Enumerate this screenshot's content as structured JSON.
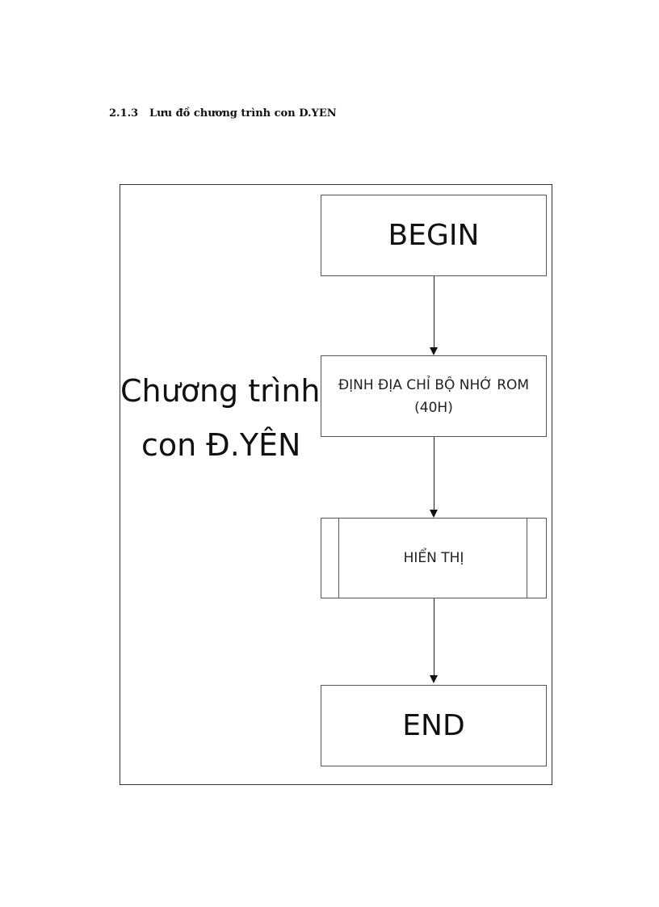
{
  "heading": {
    "number": "2.1.3",
    "title": "Lưu đồ chương trình con D.YEN"
  },
  "diagram": {
    "side_label": {
      "line1": "Chương trình",
      "line2": "con Đ.YÊN"
    },
    "nodes": [
      {
        "id": "begin",
        "type": "terminal",
        "label": "BEGIN"
      },
      {
        "id": "set-address",
        "type": "process",
        "label_line1": "ĐỊNH ĐỊA CHỈ BỘ NHỚ ROM",
        "label_line2": "(40H)"
      },
      {
        "id": "display",
        "type": "subroutine",
        "label": "HIỂN THỊ"
      },
      {
        "id": "end",
        "type": "terminal",
        "label": "END"
      }
    ],
    "edges": [
      {
        "from": "begin",
        "to": "set-address"
      },
      {
        "from": "set-address",
        "to": "display"
      },
      {
        "from": "display",
        "to": "end"
      }
    ]
  }
}
